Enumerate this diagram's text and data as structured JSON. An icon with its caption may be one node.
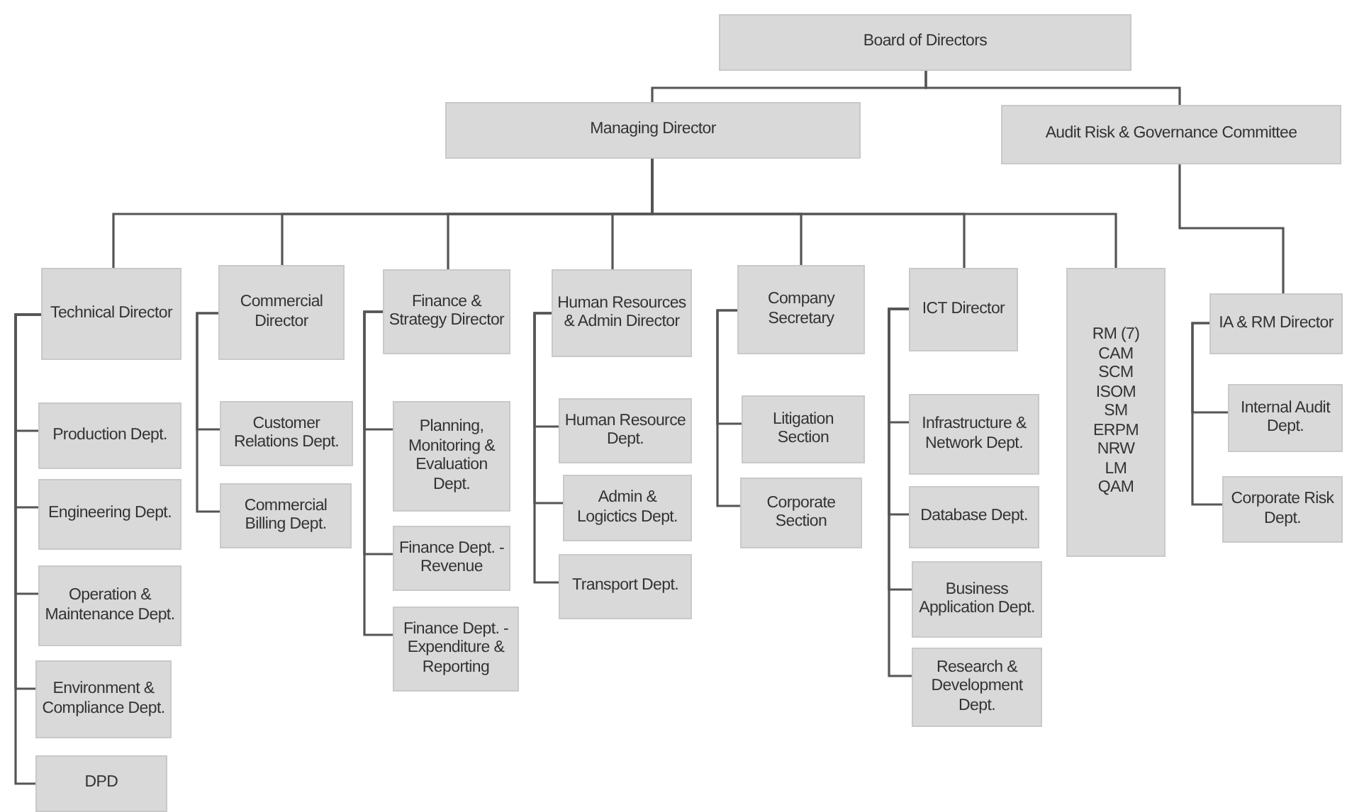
{
  "diagram": {
    "nodes": [
      {
        "text": [
          "Board of Directors"
        ]
      },
      {
        "text": [
          "Managing Director"
        ]
      },
      {
        "text": [
          "Audit Risk & Governance Committee"
        ]
      },
      {
        "text": [
          "Technical Director"
        ]
      },
      {
        "text": [
          "Commercial Director"
        ]
      },
      {
        "text": [
          "Finance & Strategy Director"
        ]
      },
      {
        "text": [
          "Human Resources & Admin Director"
        ]
      },
      {
        "text": [
          "Company Secretary"
        ]
      },
      {
        "text": [
          "ICT Director"
        ]
      },
      {
        "text": [
          "RM (7)",
          "CAM",
          "SCM",
          "ISOM",
          "SM",
          "ERPM",
          "NRW",
          "LM",
          "QAM"
        ]
      },
      {
        "text": [
          "IA & RM Director"
        ]
      },
      {
        "text": [
          "Production Dept."
        ]
      },
      {
        "text": [
          "Engineering Dept."
        ]
      },
      {
        "text": [
          "Operation & Maintenance Dept."
        ]
      },
      {
        "text": [
          "Environment & Compliance Dept."
        ]
      },
      {
        "text": [
          "DPD"
        ]
      },
      {
        "text": [
          "Customer Relations Dept."
        ]
      },
      {
        "text": [
          "Commercial Billing Dept."
        ]
      },
      {
        "text": [
          "Planning, Monitoring & Evaluation Dept."
        ]
      },
      {
        "text": [
          "Finance Dept. - Revenue"
        ]
      },
      {
        "text": [
          "Finance Dept. - Expenditure & Reporting"
        ]
      },
      {
        "text": [
          "Human Resource Dept."
        ]
      },
      {
        "text": [
          "Admin & Logictics Dept."
        ]
      },
      {
        "text": [
          "Transport Dept."
        ]
      },
      {
        "text": [
          "Litigation Section"
        ]
      },
      {
        "text": [
          "Corporate Section"
        ]
      },
      {
        "text": [
          "Infrastructure & Network Dept."
        ]
      },
      {
        "text": [
          "Database Dept."
        ]
      },
      {
        "text": [
          "Business Application Dept."
        ]
      },
      {
        "text": [
          "Research & Development Dept."
        ]
      },
      {
        "text": [
          "Internal Audit Dept."
        ]
      },
      {
        "text": [
          "Corporate Risk Dept."
        ]
      }
    ],
    "edges": [
      {
        "from": 0,
        "to": 1,
        "arrow": "none"
      },
      {
        "from": 0,
        "to": 2,
        "arrow": "none"
      },
      {
        "from": 1,
        "to": 3,
        "arrow": "none"
      },
      {
        "from": 1,
        "to": 4,
        "arrow": "none"
      },
      {
        "from": 1,
        "to": 5,
        "arrow": "none"
      },
      {
        "from": 1,
        "to": 6,
        "arrow": "none"
      },
      {
        "from": 1,
        "to": 7,
        "arrow": "none"
      },
      {
        "from": 1,
        "to": 8,
        "arrow": "none"
      },
      {
        "from": 1,
        "to": 9,
        "arrow": "none"
      },
      {
        "from": 2,
        "to": 10,
        "arrow": "none"
      },
      {
        "from": 3,
        "to": 11,
        "arrow": "none"
      },
      {
        "from": 3,
        "to": 12,
        "arrow": "none"
      },
      {
        "from": 3,
        "to": 13,
        "arrow": "none"
      },
      {
        "from": 3,
        "to": 14,
        "arrow": "none"
      },
      {
        "from": 3,
        "to": 15,
        "arrow": "none"
      },
      {
        "from": 4,
        "to": 16,
        "arrow": "none"
      },
      {
        "from": 4,
        "to": 17,
        "arrow": "none"
      },
      {
        "from": 5,
        "to": 18,
        "arrow": "none"
      },
      {
        "from": 5,
        "to": 19,
        "arrow": "none"
      },
      {
        "from": 5,
        "to": 20,
        "arrow": "none"
      },
      {
        "from": 6,
        "to": 21,
        "arrow": "none"
      },
      {
        "from": 6,
        "to": 22,
        "arrow": "none"
      },
      {
        "from": 6,
        "to": 23,
        "arrow": "none"
      },
      {
        "from": 7,
        "to": 24,
        "arrow": "none"
      },
      {
        "from": 7,
        "to": 25,
        "arrow": "none"
      },
      {
        "from": 8,
        "to": 26,
        "arrow": "none"
      },
      {
        "from": 8,
        "to": 27,
        "arrow": "none"
      },
      {
        "from": 8,
        "to": 28,
        "arrow": "none"
      },
      {
        "from": 8,
        "to": 29,
        "arrow": "none"
      },
      {
        "from": 10,
        "to": 30,
        "arrow": "none"
      },
      {
        "from": 10,
        "to": 31,
        "arrow": "none"
      }
    ]
  }
}
